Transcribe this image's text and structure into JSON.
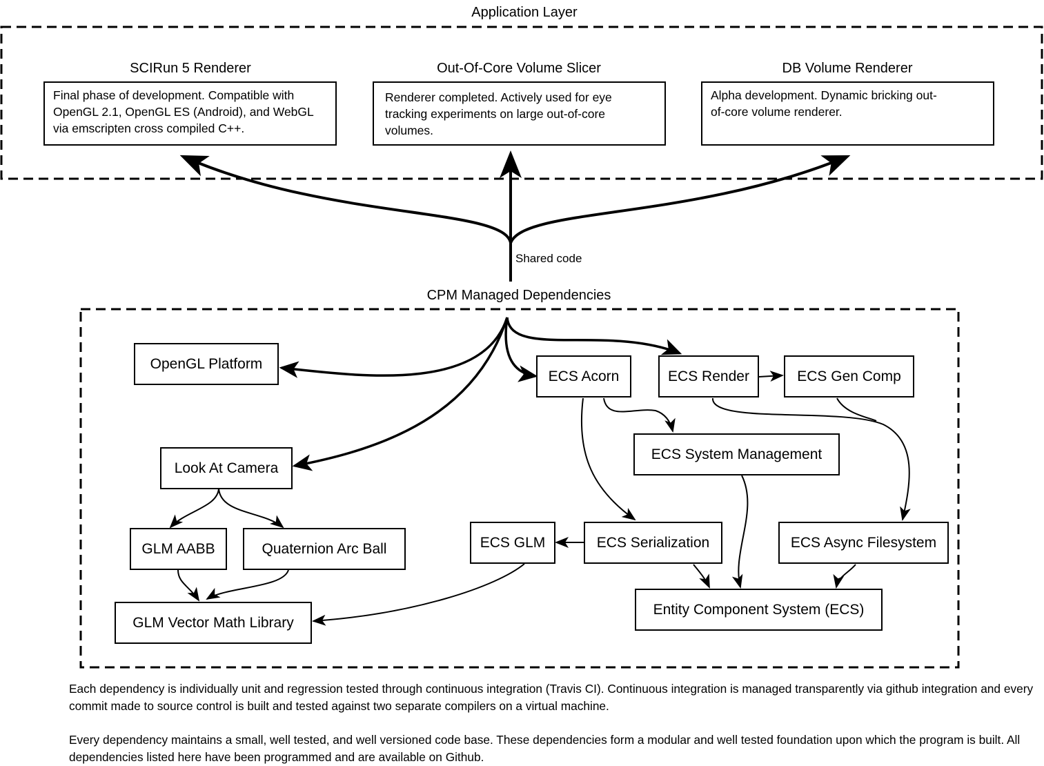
{
  "application_layer": {
    "title": "Application Layer",
    "apps": [
      {
        "title": "SCIRun 5 Renderer",
        "description": "Final phase of development. Compatible with OpenGL 2.1, OpenGL ES (Android), and WebGL via emscripten cross compiled C++."
      },
      {
        "title": "Out-Of-Core Volume Slicer",
        "description": "Renderer completed. Actively used for eye tracking experiments on large out-of-core volumes."
      },
      {
        "title": "DB Volume Renderer",
        "description": "Alpha development. Dynamic bricking out-of-core volume renderer."
      }
    ]
  },
  "shared_code_label": "Shared code",
  "dependencies": {
    "title": "CPM Managed Dependencies",
    "nodes": {
      "opengl_platform": "OpenGL Platform",
      "ecs_acorn": "ECS Acorn",
      "ecs_render": "ECS Render",
      "ecs_gen_comp": "ECS Gen Comp",
      "ecs_system_management": "ECS System Management",
      "look_at_camera": "Look At Camera",
      "glm_aabb": "GLM AABB",
      "quaternion_arc_ball": "Quaternion Arc Ball",
      "ecs_glm": "ECS GLM",
      "ecs_serialization": "ECS Serialization",
      "ecs_async_filesystem": "ECS Async Filesystem",
      "glm_vector_math_library": "GLM Vector Math Library",
      "entity_component_system": "Entity Component System (ECS)"
    }
  },
  "footnotes": [
    "Each dependency is individually unit and regression tested through continuous integration (Travis CI).  Continuous integration is managed transparently via github integration and every commit made to source control is built and tested against two separate compilers on a virtual machine.",
    "Every dependency maintains a small, well tested, and well versioned code base. These dependencies form a modular and well tested foundation upon which the program is built. All dependencies listed here have been programmed and are available on Github."
  ]
}
